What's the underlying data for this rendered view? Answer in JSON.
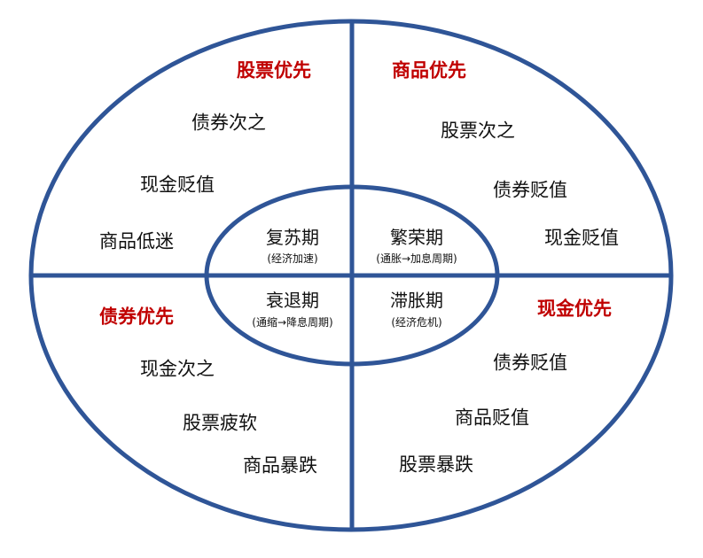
{
  "colors": {
    "ring": "#2f5597",
    "heading": "#c00000",
    "text": "#111111"
  },
  "quadrants": {
    "top_left": {
      "heading": "股票优先",
      "items": [
        "债券次之",
        "现金贬值",
        "商品低迷"
      ]
    },
    "top_right": {
      "heading": "商品优先",
      "items": [
        "股票次之",
        "债券贬值",
        "现金贬值"
      ]
    },
    "bottom_left": {
      "heading": "债券优先",
      "items": [
        "现金次之",
        "股票疲软",
        "商品暴跌"
      ]
    },
    "bottom_right": {
      "heading": "现金优先",
      "items": [
        "债券贬值",
        "商品贬值",
        "股票暴跌"
      ]
    }
  },
  "phases": {
    "recovery": {
      "name": "复苏期",
      "note": "(经济加速)"
    },
    "boom": {
      "name": "繁荣期",
      "note": "(通胀→加息周期)"
    },
    "recession": {
      "name": "衰退期",
      "note": "(通缩→降息周期)"
    },
    "stagflation": {
      "name": "滞胀期",
      "note": "(经济危机)"
    }
  }
}
